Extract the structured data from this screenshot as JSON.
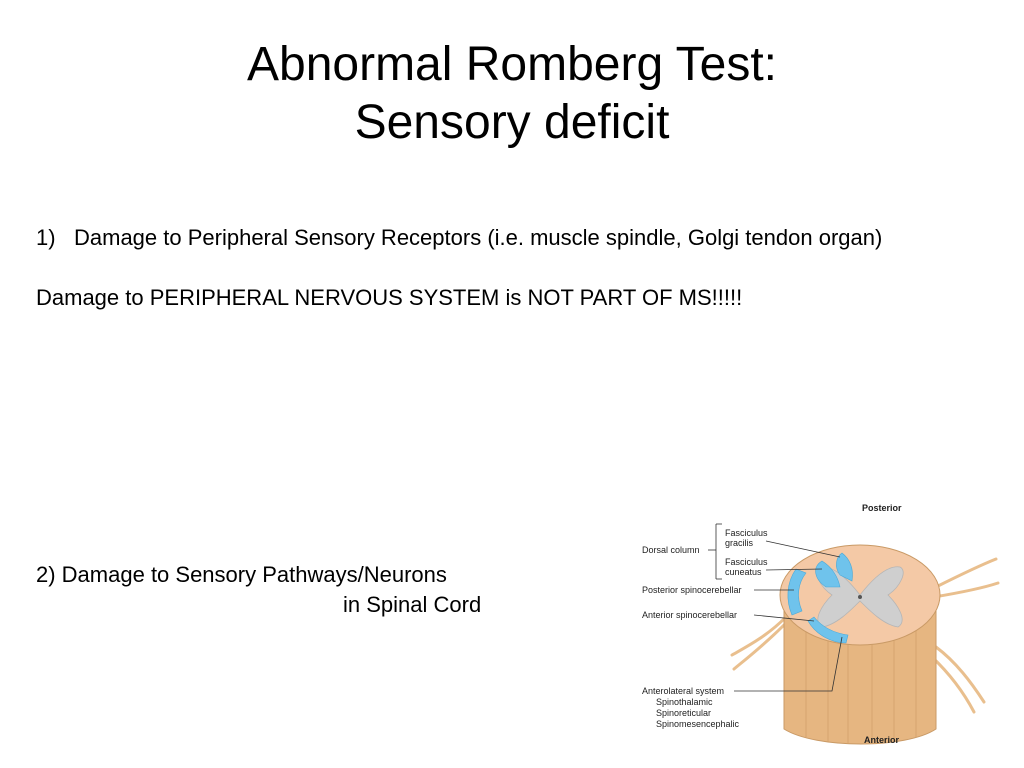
{
  "title": {
    "line1": "Abnormal Romberg Test:",
    "line2": "Sensory deficit"
  },
  "points": {
    "p1_number": "1)",
    "p1_text": "Damage to Peripheral Sensory Receptors (i.e. muscle spindle, Golgi tendon organ)",
    "note": "Damage to PERIPHERAL NERVOUS SYSTEM is NOT PART OF MS!!!!!",
    "p2_line1": "2) Damage to Sensory Pathways/Neurons",
    "p2_line2": "in Spinal Cord"
  },
  "figure": {
    "posterior": "Posterior",
    "anterior": "Anterior",
    "dorsal_column": "Dorsal column",
    "fasciculus_gracilis_1": "Fasciculus",
    "fasciculus_gracilis_2": "gracilis",
    "fasciculus_cuneatus_1": "Fasciculus",
    "fasciculus_cuneatus_2": "cuneatus",
    "posterior_spinocerebellar": "Posterior spinocerebellar",
    "anterior_spinocerebellar": "Anterior spinocerebellar",
    "anterolateral_system": "Anterolateral system",
    "spinothalamic": "Spinothalamic",
    "spinoreticular": "Spinoreticular",
    "spinomesencephalic": "Spinomesencephalic"
  },
  "colors": {
    "tract_blue": "#6fc3ec",
    "white_matter": "#f4c9a6",
    "gray_matter": "#cfcfcf",
    "cord_tan": "#e6b681"
  }
}
